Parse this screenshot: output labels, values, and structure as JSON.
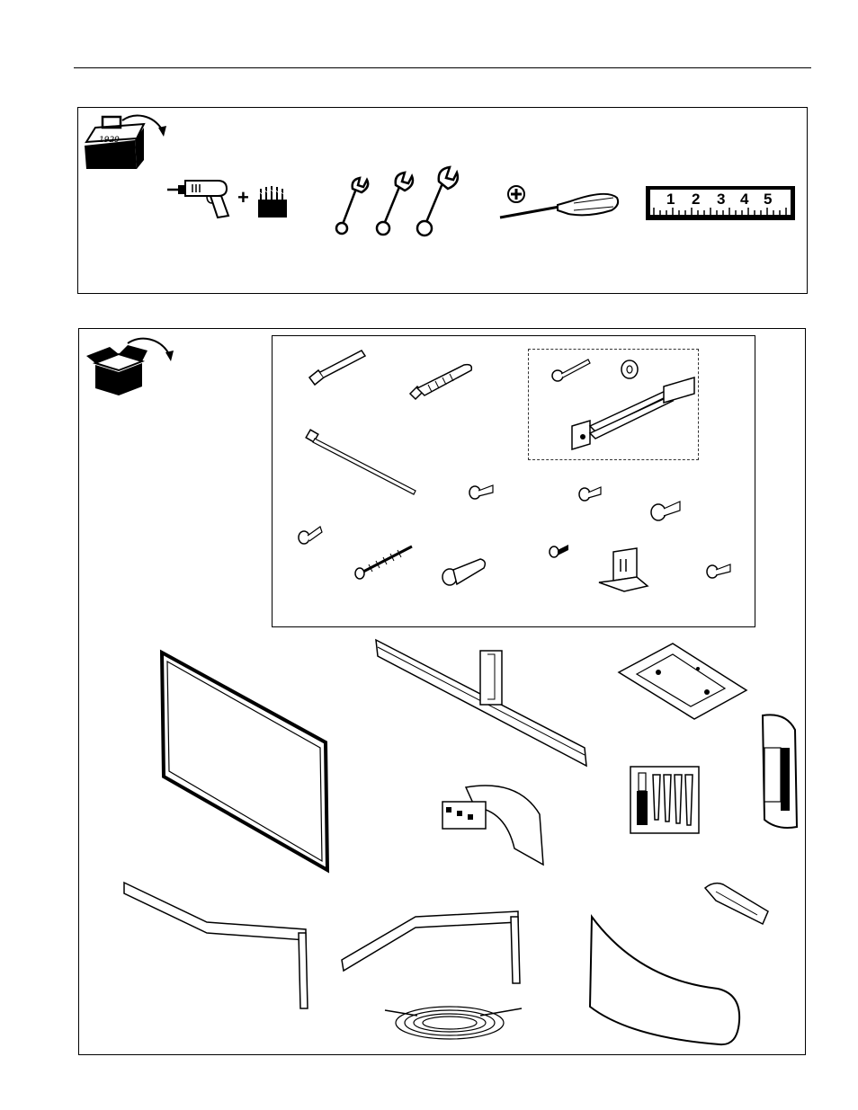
{
  "toolbox": {
    "icon": "toolbox-icon",
    "label": "1929"
  },
  "tools": [
    {
      "icon": "drill-icon"
    },
    {
      "icon": "drill-bits-icon"
    },
    {
      "icon": "wrenches-icon"
    },
    {
      "icon": "phillips-screwdriver-icon"
    },
    {
      "icon": "tape-measure-icon"
    }
  ],
  "drill_plus": "+",
  "ruler": {
    "numbers": [
      "1",
      "2",
      "3",
      "4",
      "5"
    ]
  },
  "parts_box": {
    "icon": "parts-box-icon"
  }
}
